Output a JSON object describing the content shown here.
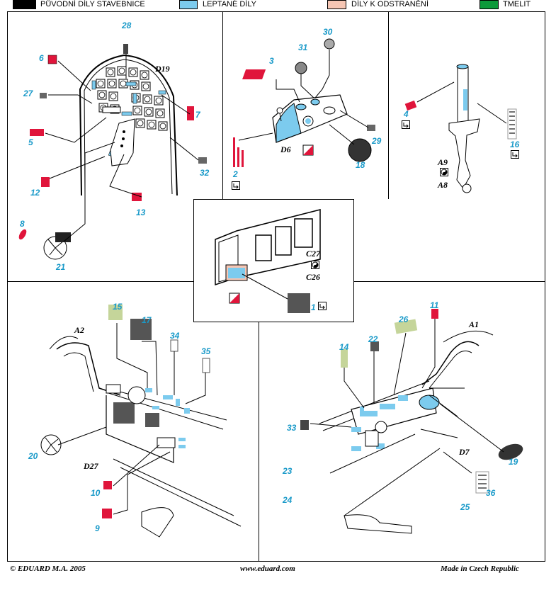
{
  "legend": {
    "items": [
      {
        "label": "PŮVODNÍ DÍLY STAVEBNICE",
        "color": "#000000"
      },
      {
        "label": "LEPTANÉ DÍLY",
        "color": "#7ccbee"
      },
      {
        "label": "DÍLY K ODSTRANĚNÍ",
        "color": "#f6c6b4"
      },
      {
        "label": "TMELIT",
        "color": "#0c9a3a"
      }
    ]
  },
  "part_labels": {
    "d19": "D19",
    "d6": "D6",
    "a9": "A9",
    "a8": "A8",
    "c27": "C27",
    "c26": "C26",
    "a2": "A2",
    "d27": "D27",
    "a1": "A1",
    "d7": "D7"
  },
  "callouts": {
    "n1": "1",
    "n2": "2",
    "n3": "3",
    "n4": "4",
    "n5": "5",
    "n6": "6",
    "n7": "7",
    "n8": "8",
    "n9": "9",
    "n10": "10",
    "n11": "11",
    "n12": "12",
    "n13": "13",
    "n14": "14",
    "n15": "15",
    "n16": "16",
    "n17": "17",
    "n18": "18",
    "n19": "19",
    "n20": "20",
    "n21": "21",
    "n22": "22",
    "n23": "23",
    "n24": "24",
    "n25": "25",
    "n26": "26",
    "n27": "27",
    "n28": "28",
    "n29": "29",
    "n30": "30",
    "n31": "31",
    "n32": "32",
    "n33": "33",
    "n34": "34",
    "n35": "35",
    "n36": "36"
  },
  "colors": {
    "etched": "#7ccbee",
    "red_pe": "#e0153b",
    "olive": "#c5d59a",
    "dark_pe": "#555555",
    "callout": "#1a9ac9"
  },
  "footer": {
    "copyright": "© EDUARD  M.A. 2005",
    "website": "www.eduard.com",
    "made_in": "Made in Czech Republic"
  }
}
